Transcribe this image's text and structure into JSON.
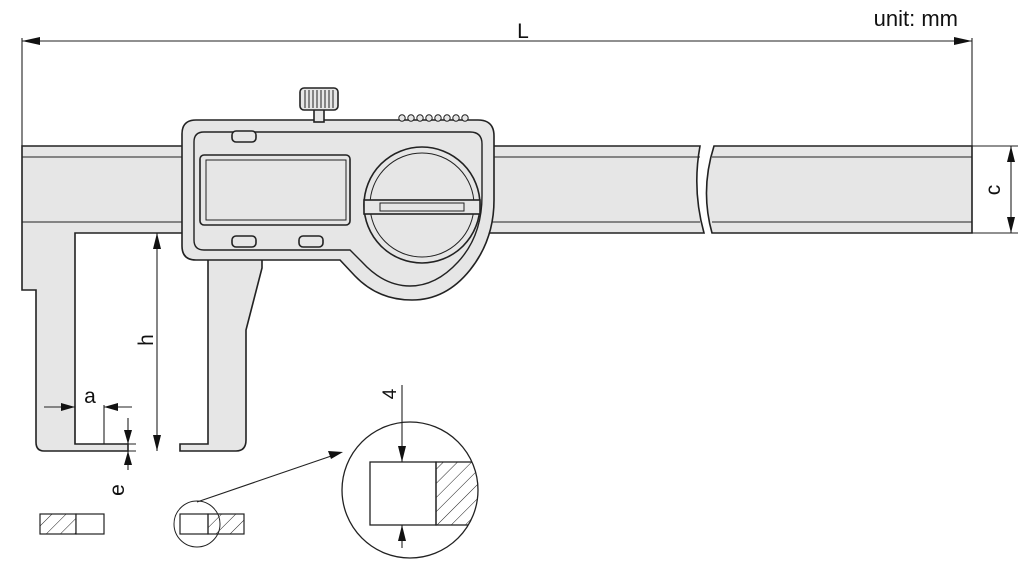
{
  "unit_label": "unit: mm",
  "dimensions": {
    "length": "L",
    "thickness": "c",
    "jaw_depth": "h",
    "tip_width": "a",
    "tip_thickness": "e",
    "detail_size": "4"
  }
}
